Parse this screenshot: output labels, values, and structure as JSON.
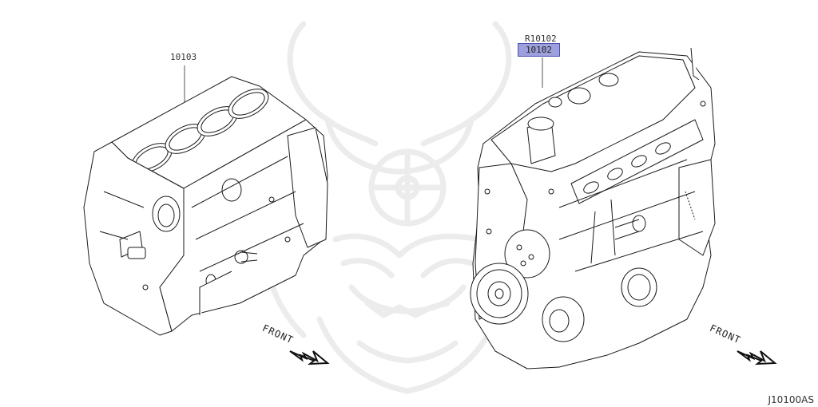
{
  "diagram": {
    "type": "parts-catalog-illustration",
    "watermark": "samurai-mask-emblem",
    "figure_id": "J10100AS",
    "colors": {
      "background": "#ffffff",
      "linework": "#1a1a1a",
      "highlight_fill": "#9da0dc",
      "highlight_border": "#4d4fb0",
      "watermark": "#e6e6e6"
    },
    "parts": [
      {
        "part_number": "10103",
        "description_visual": "bare cylinder block (4-cylinder)",
        "highlighted": false
      },
      {
        "part_number": "10102",
        "reference_label": "R10102",
        "description_visual": "complete engine assembly with cylinder head, pulleys",
        "highlighted": true
      }
    ],
    "direction_labels": [
      {
        "text": "FRONT",
        "arrow": "down-right"
      },
      {
        "text": "FRONT",
        "arrow": "down-right"
      }
    ]
  }
}
